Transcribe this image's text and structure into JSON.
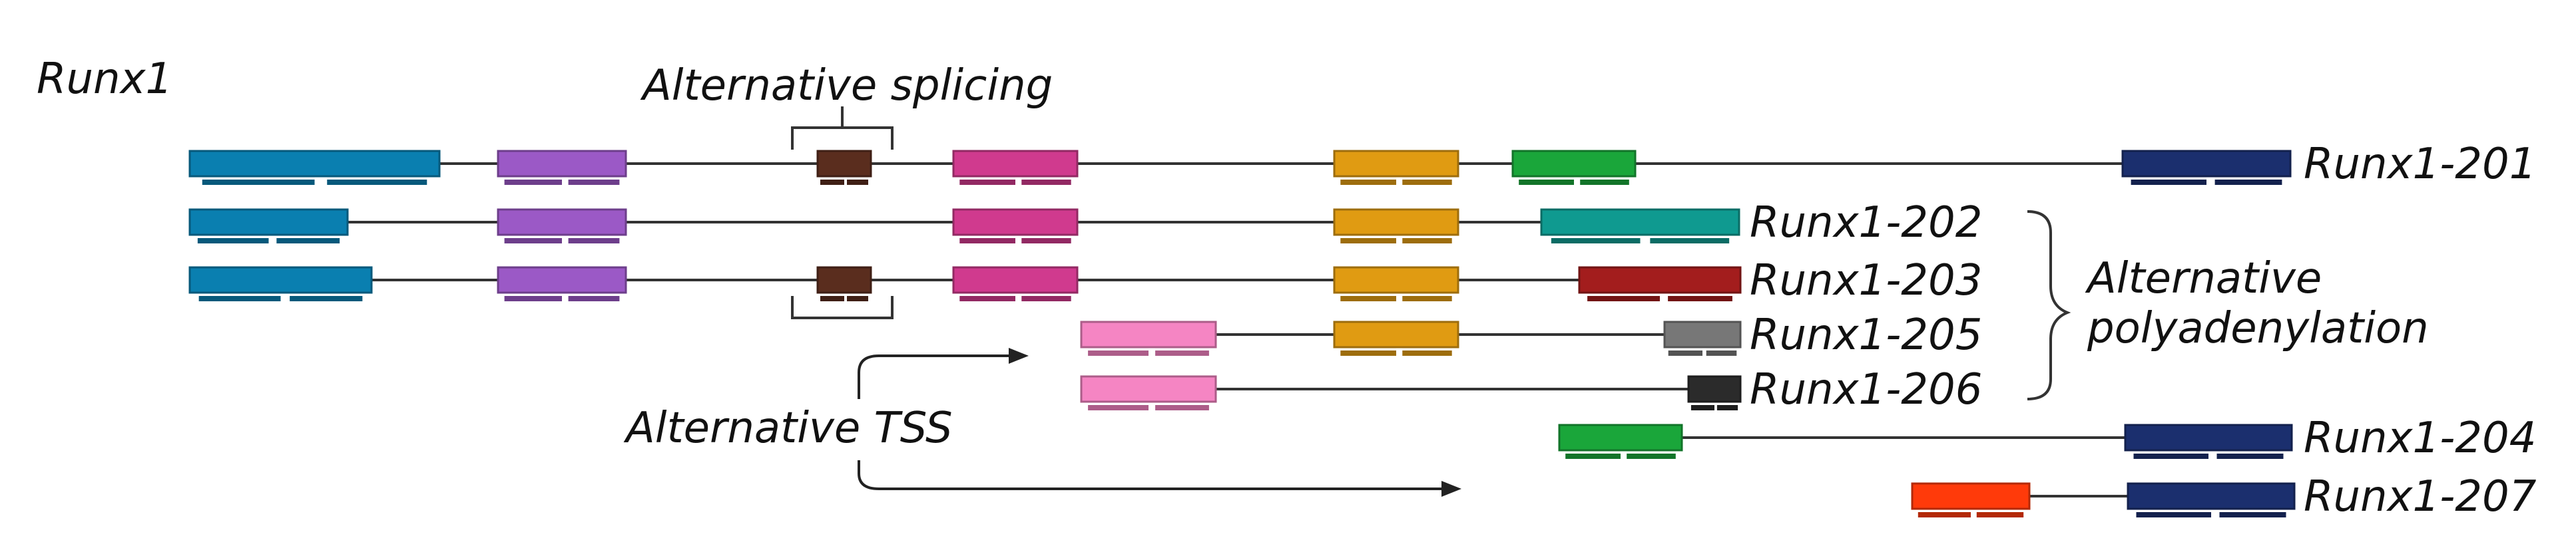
{
  "gene_name": "Runx1",
  "annotations": {
    "splicing": "Alternative splicing",
    "polyadenylation_line1": "Alternative",
    "polyadenylation_line2": "polyadenylation",
    "tss": "Alternative TSS"
  },
  "exon_colors": {
    "e1": "#0a7fb0",
    "e2": "#9b59c6",
    "e3": "#5a2d1e",
    "e4": "#d03a8e",
    "e4b": "#f585c3",
    "e5": "#e09b12",
    "e6": "#1aa63a",
    "e7": "#0f9a90",
    "e8": "#a31d1d",
    "e9": "#777777",
    "e10": "#2b2b2b",
    "e11": "#1b2f6e",
    "e12": "#ff3a0a"
  },
  "isoforms": [
    {
      "label": "Runx1-201",
      "exons": [
        "e1",
        "e2",
        "e3",
        "e4",
        "e5",
        "e6",
        "e11"
      ]
    },
    {
      "label": "Runx1-202",
      "exons": [
        "e1",
        "e2",
        "e4",
        "e5",
        "e7"
      ]
    },
    {
      "label": "Runx1-203",
      "exons": [
        "e1",
        "e2",
        "e3",
        "e4",
        "e5",
        "e8"
      ]
    },
    {
      "label": "Runx1-205",
      "exons": [
        "e4b",
        "e5",
        "e9"
      ]
    },
    {
      "label": "Runx1-206",
      "exons": [
        "e4b",
        "e10"
      ]
    },
    {
      "label": "Runx1-204",
      "exons": [
        "e6",
        "e11"
      ]
    },
    {
      "label": "Runx1-207",
      "exons": [
        "e12",
        "e11"
      ]
    }
  ]
}
